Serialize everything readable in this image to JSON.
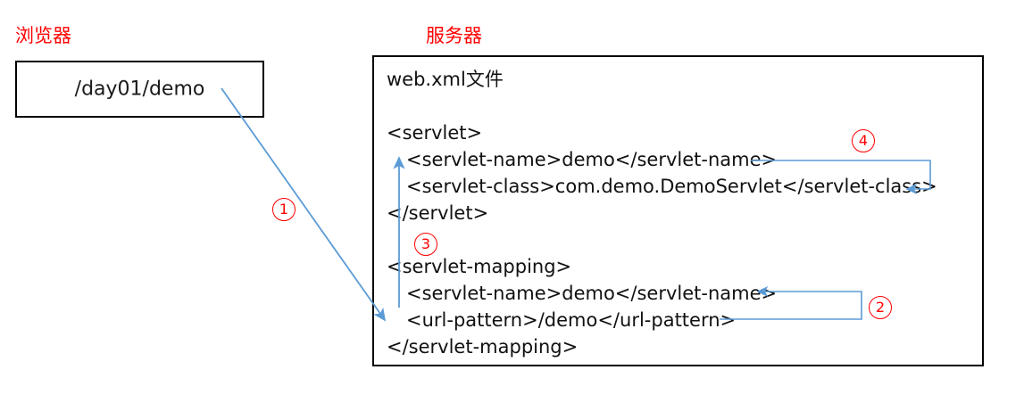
{
  "diagram": {
    "title_browser": "浏览器",
    "title_server": "服务器",
    "accent_red": "#ff0000",
    "connector_blue": "#5b9bd5",
    "border_black": "#000000"
  },
  "browser": {
    "url_value": "/day01/demo"
  },
  "server": {
    "file_label": "web.xml文件",
    "code_lines": [
      {
        "text": "<servlet>",
        "indent": 0
      },
      {
        "text": "<servlet-name>demo</servlet-name>",
        "indent": 1
      },
      {
        "text": "<servlet-class>com.demo.DemoServlet</servlet-class>",
        "indent": 1
      },
      {
        "text": "</servlet>",
        "indent": 0
      },
      {
        "text": "",
        "indent": 0
      },
      {
        "text": "<servlet-mapping>",
        "indent": 0
      },
      {
        "text": "<servlet-name>demo</servlet-name>",
        "indent": 1
      },
      {
        "text": "<url-pattern>/demo</url-pattern>",
        "indent": 1
      },
      {
        "text": "</servlet-mapping>",
        "indent": 0
      }
    ]
  },
  "steps": [
    {
      "id": "step-1",
      "label": "①",
      "digit": "1"
    },
    {
      "id": "step-2",
      "label": "②",
      "digit": "2"
    },
    {
      "id": "step-3",
      "label": "③",
      "digit": "3"
    },
    {
      "id": "step-4",
      "label": "④",
      "digit": "4"
    }
  ]
}
